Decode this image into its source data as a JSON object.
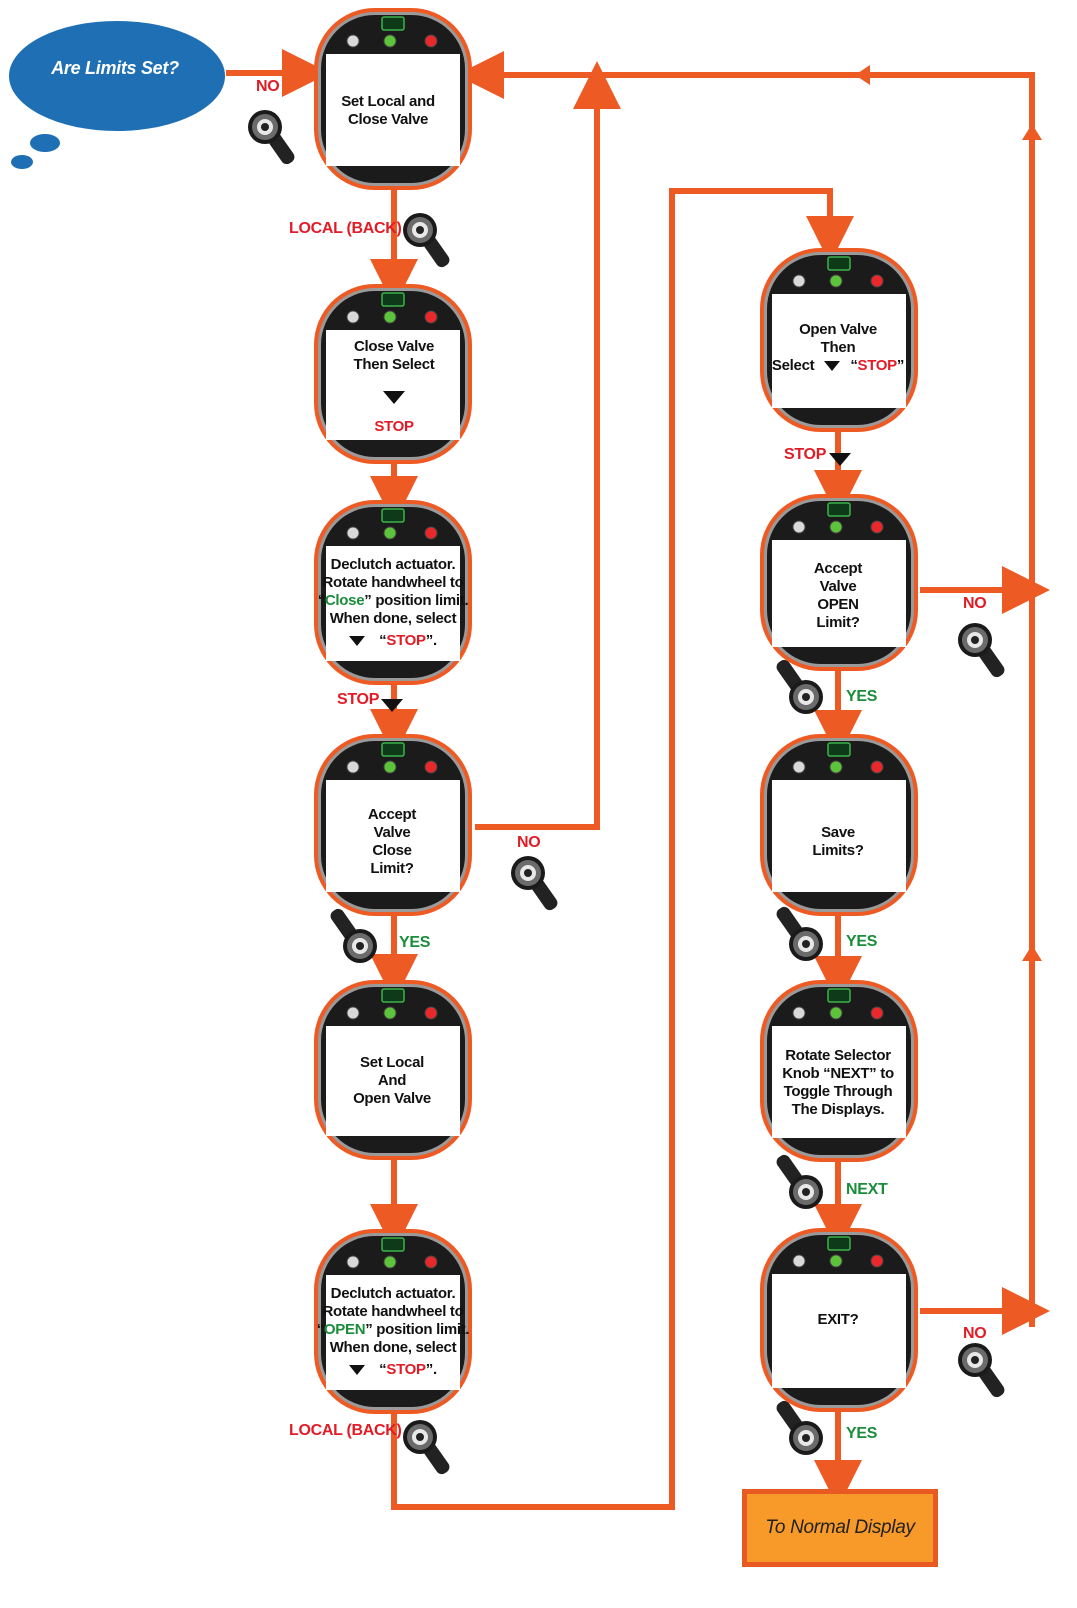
{
  "start_bubble": {
    "text": "Are Limits Set?"
  },
  "screens": {
    "s1": {
      "lines": [
        "Set Local and",
        "Close Valve"
      ]
    },
    "s2": {
      "lines": [
        "Close Valve",
        "Then Select"
      ],
      "stop": "STOP"
    },
    "s3": {
      "lines": [
        "Declutch actuator.",
        "Rotate handwheel to"
      ],
      "pos_prefix": "“",
      "pos_word": "Close",
      "pos_suffix": "” position limit.",
      "line4": "When done, select",
      "stop_prefix": "“",
      "stop": "STOP",
      "stop_suffix": "”."
    },
    "s4": {
      "lines": [
        "Accept",
        "Valve",
        "Close",
        "Limit?"
      ]
    },
    "s5": {
      "lines": [
        "Set Local",
        "And",
        "Open Valve"
      ]
    },
    "s6": {
      "lines": [
        "Declutch actuator.",
        "Rotate handwheel to"
      ],
      "pos_prefix": "“",
      "pos_word": "OPEN",
      "pos_suffix": "” position limit.",
      "line4": "When done, select",
      "stop_prefix": "“",
      "stop": "STOP",
      "stop_suffix": "”."
    },
    "s7": {
      "lines": [
        "Open Valve",
        "Then"
      ],
      "select": "Select",
      "stop_prefix": "“",
      "stop": "STOP",
      "stop_suffix": "”"
    },
    "s8": {
      "lines": [
        "Accept",
        "Valve",
        "OPEN",
        "Limit?"
      ]
    },
    "s9": {
      "lines": [
        "Save",
        "Limits?"
      ]
    },
    "s10": {
      "lines": [
        "Rotate Selector",
        "Knob “NEXT” to",
        "Toggle Through",
        "The Displays."
      ]
    },
    "s11": {
      "lines": [
        "EXIT?"
      ]
    }
  },
  "labels": {
    "no_start": "NO",
    "local_back_1": "LOCAL (BACK)",
    "stop_1": "STOP",
    "no_s4": "NO",
    "yes_s4": "YES",
    "local_back_2": "LOCAL (BACK)",
    "stop_2": "STOP",
    "no_s8": "NO",
    "yes_s8": "YES",
    "yes_s9": "YES",
    "next_s10": "NEXT",
    "no_s11": "NO",
    "yes_s11": "YES"
  },
  "exit_box": {
    "text": "To Normal Display"
  },
  "colors": {
    "flow": "#ee5a24",
    "bubble": "#1f6fb5",
    "indicator_white": "#d9d9d9",
    "indicator_green": "#5cc43a",
    "indicator_red": "#e8282a",
    "yes_label": "#1a8c3a",
    "no_label": "#e21c26"
  },
  "icons": [
    "selector-knob-icon",
    "down-triangle-icon",
    "status-led-icon"
  ]
}
